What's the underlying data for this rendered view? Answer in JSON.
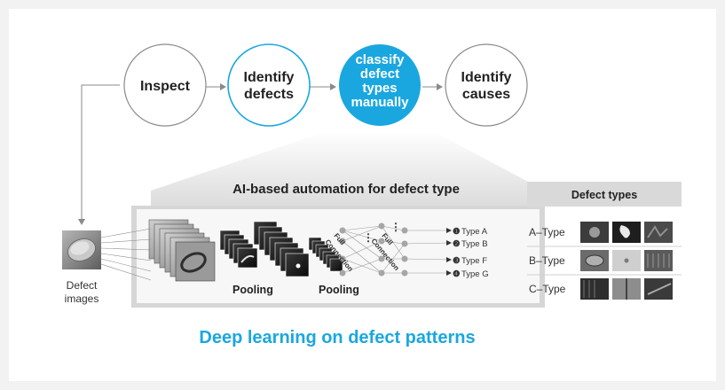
{
  "flow": {
    "steps": [
      {
        "line1": "Inspect",
        "line2": ""
      },
      {
        "line1": "Identify",
        "line2": "defects"
      },
      {
        "lines": [
          "classify",
          "defect",
          "types",
          "manually"
        ]
      },
      {
        "line1": "Identify",
        "line2": "causes"
      }
    ]
  },
  "automation": {
    "title": "AI-based automation for defect type",
    "pooling_label_1": "Pooling",
    "pooling_label_2": "Pooling",
    "fc_label_1_a": "Full",
    "fc_label_1_b": "Connection",
    "fc_label_2_a": "Full",
    "fc_label_2_b": "Connection",
    "dots": "⋮",
    "outputs": [
      {
        "marker": "❶",
        "label": "Type A"
      },
      {
        "marker": "❷",
        "label": "Type B"
      },
      {
        "marker": "❸",
        "label": "Type F"
      },
      {
        "marker": "❹",
        "label": "Type G"
      }
    ]
  },
  "defect_images": {
    "line1": "Defect",
    "line2": "images"
  },
  "headline": "Deep learning on defect patterns",
  "defect_types": {
    "header": "Defect types",
    "rows": [
      {
        "label": "A–Type"
      },
      {
        "label": "B–Type"
      },
      {
        "label": "C–Type"
      }
    ]
  },
  "colors": {
    "accent": "#1aa7e0",
    "circle_border": "#8a8a8a",
    "text": "#222222",
    "panel_gray": "#d6d6d6"
  }
}
